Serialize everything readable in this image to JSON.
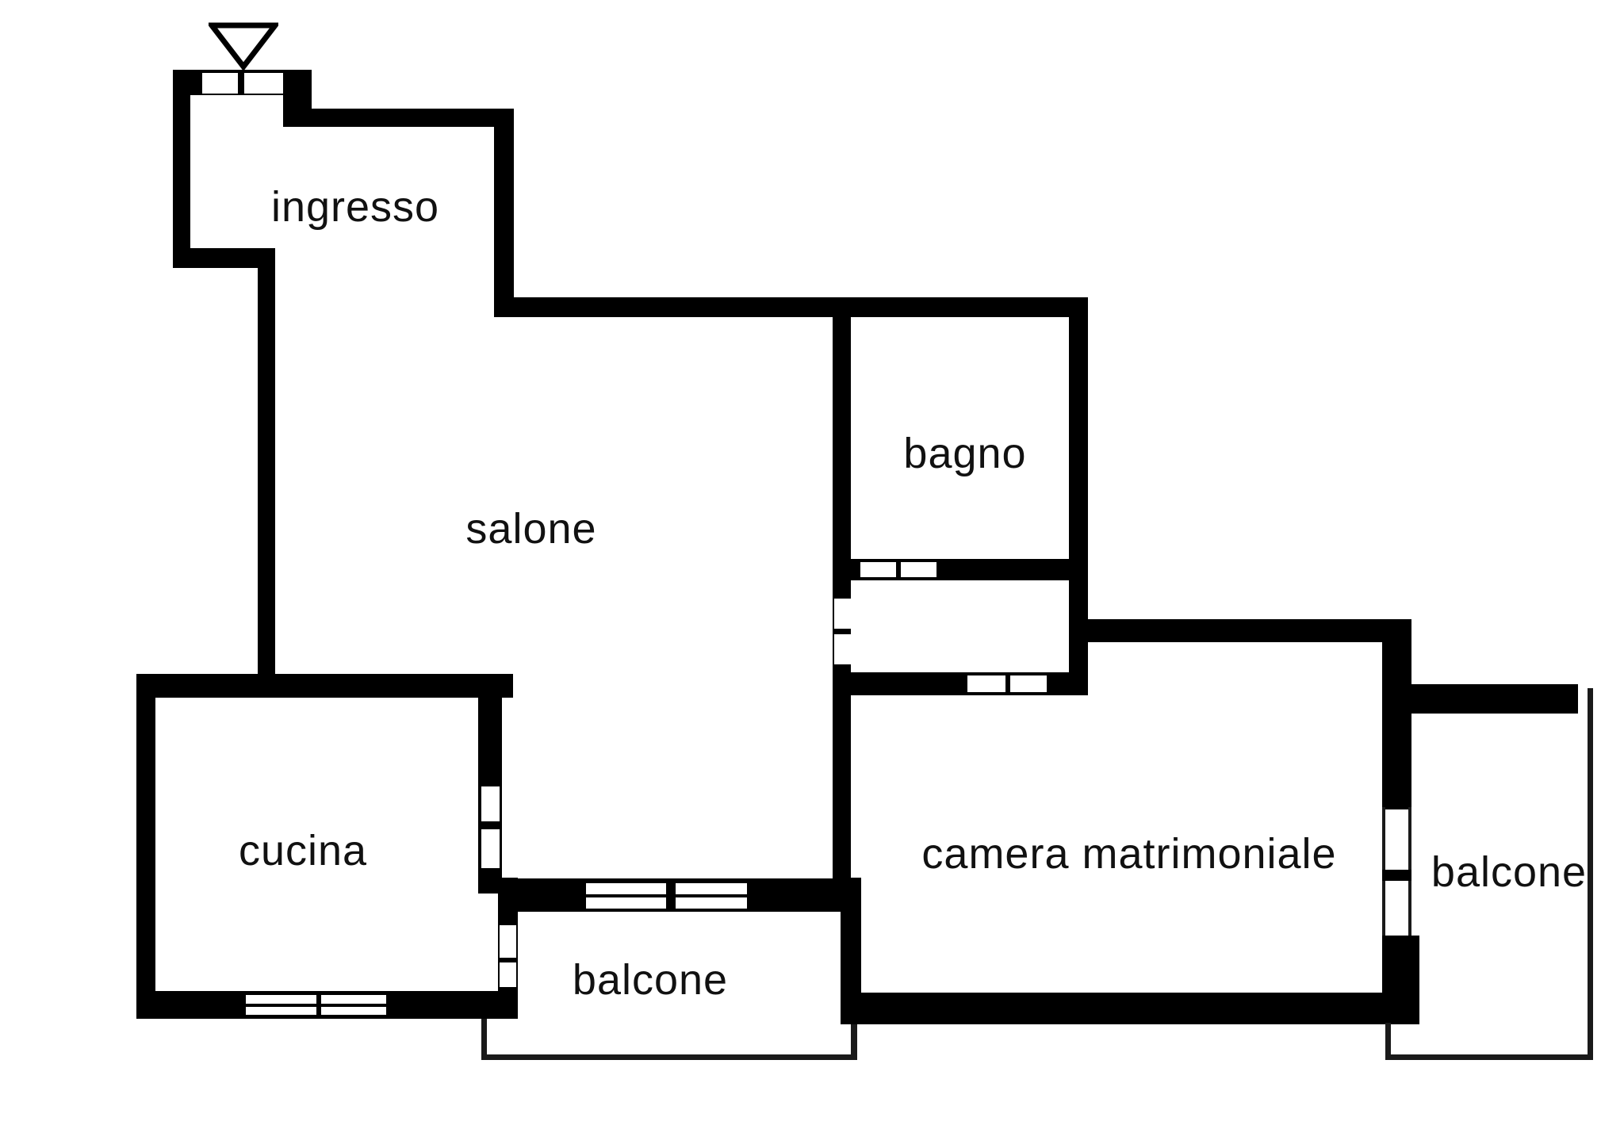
{
  "title": "apartment floor plan",
  "colors": {
    "wall": "#000000",
    "background": "#ffffff",
    "text": "#111111",
    "thin_line": "#1a1a1a"
  },
  "rooms": [
    {
      "id": "ingresso",
      "label": "ingresso"
    },
    {
      "id": "salone",
      "label": "salone"
    },
    {
      "id": "bagno",
      "label": "bagno"
    },
    {
      "id": "cucina",
      "label": "cucina"
    },
    {
      "id": "camera-matrimoniale",
      "label": "camera matrimoniale"
    },
    {
      "id": "balcone-centro",
      "label": "balcone"
    },
    {
      "id": "balcone-destro",
      "label": "balcone"
    }
  ],
  "icons": [
    {
      "name": "entrance-marker-icon",
      "glyph": "triangle-down"
    }
  ]
}
